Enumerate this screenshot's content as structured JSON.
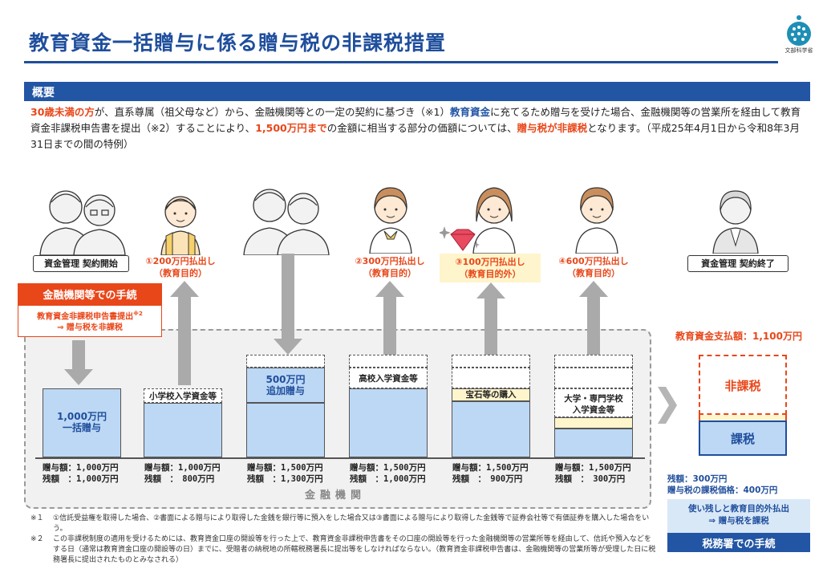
{
  "title": "教育資金一括贈与に係る贈与税の非課税措置",
  "logo": {
    "text": "文部科学省"
  },
  "overview": {
    "heading": "概要",
    "parts": [
      {
        "text": "30歳未満の方",
        "style": "red"
      },
      {
        "text": "が、直系尊属（祖父母など）から、金融機関等との一定の契約に基づき（※1）",
        "style": "plain"
      },
      {
        "text": "教育資金",
        "style": "blue"
      },
      {
        "text": "に充てるため贈与を受けた場合、金融機関等の営業所を経由して教育資金非課税申告書を提出（※2）することにより、",
        "style": "plain"
      },
      {
        "text": "1,500万円まで",
        "style": "red"
      },
      {
        "text": "の金額に相当する部分の価額については、",
        "style": "plain"
      },
      {
        "text": "贈与税が非課税",
        "style": "red"
      },
      {
        "text": "となります。（平成25年4月1日から令和8年3月31日までの間の特例）",
        "style": "plain"
      }
    ]
  },
  "steps": [
    {
      "label": "資金管理 契約開始"
    },
    {
      "label_line1": "①200万円払出し",
      "label_line2": "（教育目的）"
    },
    {
      "label_line1": "②300万円払出し",
      "label_line2": "（教育目的）"
    },
    {
      "label_line1": "③100万円払出し",
      "label_line2": "（教育目的外）"
    },
    {
      "label_line1": "④600万円払出し",
      "label_line2": "（教育目的）"
    },
    {
      "label": "資金管理 契約終了"
    }
  ],
  "financial": {
    "heading": "金融機関等での手続",
    "body_line1": "教育資金非課税申告書提出",
    "body_note": "※2",
    "body_line2": "⇒ 贈与税を非課税"
  },
  "columns": [
    {
      "text1": "1,000万円",
      "text2": "一括贈与",
      "amount": "贈与額：1,000万円\n残額　：1,000万円"
    },
    {
      "text1": "小学校入学資金等",
      "amount": "贈与額：1,000万円\n残額　：　800万円"
    },
    {
      "text1": "500万円",
      "text2": "追加贈与",
      "amount": "贈与額：1,500万円\n残額　：1,300万円"
    },
    {
      "text1": "高校入学資金等",
      "amount": "贈与額：1,500万円\n残額　：1,000万円"
    },
    {
      "text1": "宝石等の購入",
      "amount": "贈与額：1,500万円\n残額　：　900万円"
    },
    {
      "text1": "大学・専門学校",
      "text2": "入学資金等",
      "amount": "贈与額：1,500万円\n残額　：　300万円"
    }
  ],
  "panel_label": "金融機関",
  "right": {
    "paid_title": "教育資金支払額：1,100万円",
    "hikazei": "非課税",
    "kazei": "課税",
    "remaining": "残額：300万円",
    "taxable": "贈与税の課税価格：400万円",
    "tax_line1": "使い残しと教育目的外払出",
    "tax_line2": "⇒ 贈与税を課税",
    "tax_heading": "税務署での手続"
  },
  "notes": [
    {
      "mark": "※１",
      "text": "①信託受益権を取得した場合、②書面による贈与により取得した金銭を銀行等に預入をした場合又は③書面による贈与により取得した金銭等で証券会社等で有価証券を購入した場合をいう。"
    },
    {
      "mark": "※２",
      "text": "この非課税制度の適用を受けるためには、教育資金口座の開設等を行った上で、教育資金非課税申告書をその口座の開設等を行った金融機関等の営業所等を経由して、信託や預入などをする日（通常は教育資金口座の開設等の日）までに、受贈者の納税地の所轄税務署長に提出等をしなければならない。（教育資金非課税申告書は、金融機関等の営業所等が受理した日に税務署長に提出されたものとみなされる）"
    }
  ],
  "colors": {
    "navy": "#1f4e9c",
    "orange": "#e8471a",
    "lightblue": "#bcd8f5",
    "yellow": "#fff5cc"
  }
}
